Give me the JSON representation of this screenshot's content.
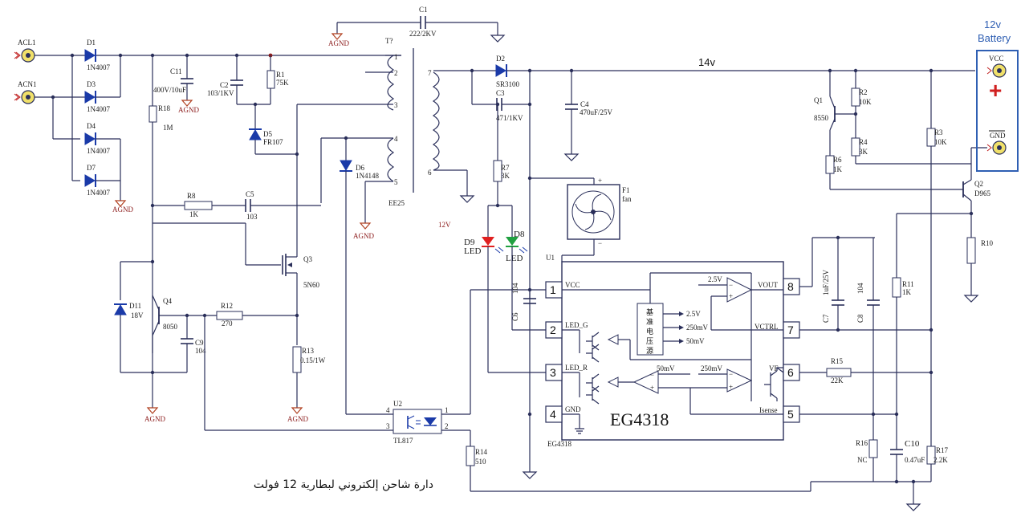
{
  "caption": "دارة شاحن إلكتروني لبطارية 12 فولت",
  "battery": {
    "title_line1": "12v",
    "title_line2": "Battery",
    "vcc": "VCC",
    "gnd": "GND",
    "plus": "+"
  },
  "rail_voltage": "14v",
  "label_12v": "12V",
  "inputs": {
    "acl": "ACL1",
    "acn": "ACN1"
  },
  "components": {
    "D1": {
      "ref": "D1",
      "value": "1N4007"
    },
    "D3": {
      "ref": "D3",
      "value": "1N4007"
    },
    "D4": {
      "ref": "D4",
      "value": "1N4007"
    },
    "D7": {
      "ref": "D7",
      "value": "1N4007"
    },
    "C11": {
      "ref": "C11",
      "value": "400V/10uF"
    },
    "C2": {
      "ref": "C2",
      "value": "103/1KV"
    },
    "R1": {
      "ref": "R1",
      "value": "75K"
    },
    "R18": {
      "ref": "R18",
      "value": "1M"
    },
    "D5": {
      "ref": "D5",
      "value": "FR107"
    },
    "D6": {
      "ref": "D6",
      "value": "1N4148"
    },
    "C1": {
      "ref": "C1",
      "value": "222/2KV"
    },
    "T": {
      "ref": "T?",
      "value": "EE25"
    },
    "R8": {
      "ref": "R8",
      "value": "1K"
    },
    "C5": {
      "ref": "C5",
      "value": "103"
    },
    "Q3": {
      "ref": "Q3",
      "value": "5N60"
    },
    "D11": {
      "ref": "D11",
      "value": "18V"
    },
    "Q4": {
      "ref": "Q4",
      "value": "8050"
    },
    "R12": {
      "ref": "R12",
      "value": "270"
    },
    "C9": {
      "ref": "C9",
      "value": "104"
    },
    "R13": {
      "ref": "R13",
      "value": "0.15/1W"
    },
    "U2": {
      "ref": "U2",
      "value": "TL817"
    },
    "R14": {
      "ref": "R14",
      "value": "510"
    },
    "D2": {
      "ref": "D2",
      "value": "SR3100"
    },
    "C3": {
      "ref": "C3",
      "value": "471/1KV"
    },
    "C4": {
      "ref": "C4",
      "value": "470uF/25V"
    },
    "R7": {
      "ref": "R7",
      "value": "3K"
    },
    "D9": {
      "ref": "D9",
      "value": "LED"
    },
    "D8": {
      "ref": "D8",
      "value": "LED"
    },
    "F1": {
      "ref": "F1",
      "value": "fan"
    },
    "C6": {
      "ref": "C6",
      "value": "104"
    },
    "U1": {
      "ref": "U1",
      "value": "EG4318"
    },
    "Q1": {
      "ref": "Q1",
      "value": "8550"
    },
    "R2": {
      "ref": "R2",
      "value": "10K"
    },
    "R4": {
      "ref": "R4",
      "value": "3K"
    },
    "R6": {
      "ref": "R6",
      "value": "1K"
    },
    "R3": {
      "ref": "R3",
      "value": "10K"
    },
    "Q2": {
      "ref": "Q2",
      "value": "D965"
    },
    "R10": {
      "ref": "R10",
      "value": ""
    },
    "R11": {
      "ref": "R11",
      "value": "1K"
    },
    "C7": {
      "ref": "C7",
      "value": "1uF/25V"
    },
    "C8": {
      "ref": "C8",
      "value": "104"
    },
    "R15": {
      "ref": "R15",
      "value": "22K"
    },
    "R16": {
      "ref": "R16",
      "value": "NC"
    },
    "C10": {
      "ref": "C10",
      "value": "0.47uF"
    },
    "R17": {
      "ref": "R17",
      "value": "2.2K"
    }
  },
  "chip": {
    "name": "EG4318",
    "part_label": "EG4318",
    "pins": [
      {
        "num": "1",
        "name": "VCC"
      },
      {
        "num": "2",
        "name": "LED_G"
      },
      {
        "num": "3",
        "name": "LED_R"
      },
      {
        "num": "4",
        "name": "GND"
      },
      {
        "num": "8",
        "name": "VOUT"
      },
      {
        "num": "7",
        "name": "VCTRL"
      },
      {
        "num": "6",
        "name": "VF"
      },
      {
        "num": "5",
        "name": "Isense"
      }
    ],
    "ref_block": "基准电压源",
    "ref_outputs": [
      "2.5V",
      "250mV",
      "50mV"
    ],
    "amp_labels": {
      "a": "2.5V",
      "b": "50mV",
      "c": "250mV"
    }
  },
  "transformer_pins": [
    "1",
    "2",
    "3",
    "4",
    "5",
    "7",
    "6"
  ],
  "optocoupler_pins": [
    "4",
    "3",
    "1",
    "2"
  ],
  "ground_label": "AGND",
  "colors": {
    "wire": "#2a2f5a",
    "diode": "#1a3aa8",
    "ground": "#b04020",
    "battery": "#2f5fb3",
    "led_red": "#e02020",
    "led_green": "#20a040",
    "plus": "#d02020"
  }
}
